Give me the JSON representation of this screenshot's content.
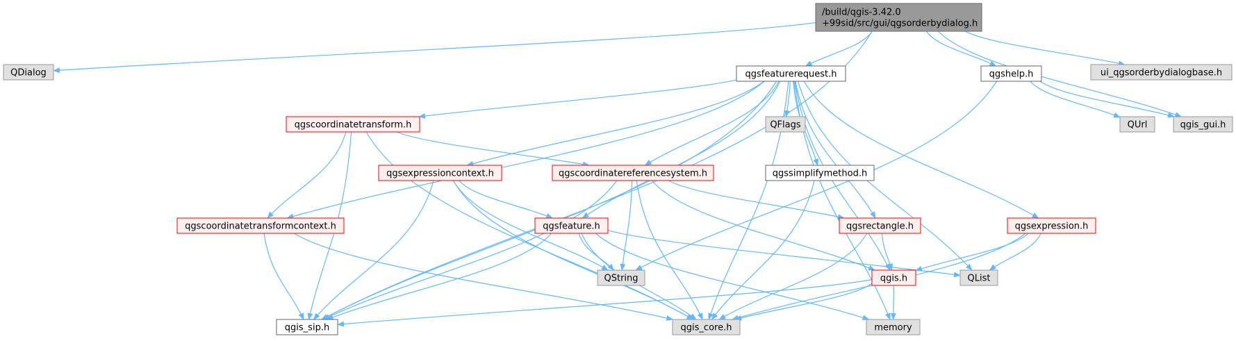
{
  "colors": {
    "edge": "#63b8ff",
    "root_fill": "#999999",
    "root_border": "#666666",
    "external_fill": "#e0e0e0",
    "external_border": "#999999",
    "local_border": "#666666",
    "incomplete_border": "#ff0000",
    "incomplete_fill": "#fff0f0"
  },
  "nodes": {
    "root": {
      "lines": [
        "/build/qgis-3.42.0",
        "+99sid/src/gui/qgsorderbydialog.h"
      ],
      "kind": "root"
    },
    "qdialog": {
      "lines": [
        "QDialog"
      ],
      "kind": "external"
    },
    "qgsfeaturerequest": {
      "lines": [
        "qgsfeaturerequest.h"
      ],
      "kind": "local"
    },
    "qgshelp": {
      "lines": [
        "qgshelp.h"
      ],
      "kind": "local"
    },
    "ui_base": {
      "lines": [
        "ui_qgsorderbydialogbase.h"
      ],
      "kind": "external"
    },
    "qgscoordinatetransform": {
      "lines": [
        "qgscoordinatetransform.h"
      ],
      "kind": "incomplete"
    },
    "qflags": {
      "lines": [
        "QFlags"
      ],
      "kind": "external"
    },
    "qurl": {
      "lines": [
        "QUrl"
      ],
      "kind": "external"
    },
    "qgis_gui": {
      "lines": [
        "qgis_gui.h"
      ],
      "kind": "external"
    },
    "qgsexpressioncontext": {
      "lines": [
        "qgsexpressioncontext.h"
      ],
      "kind": "incomplete"
    },
    "qgscrs": {
      "lines": [
        "qgscoordinatereferencesystem.h"
      ],
      "kind": "incomplete"
    },
    "qgssimplifymethod": {
      "lines": [
        "qgssimplifymethod.h"
      ],
      "kind": "local"
    },
    "qgsctcontext": {
      "lines": [
        "qgscoordinatetransformcontext.h"
      ],
      "kind": "incomplete"
    },
    "qgsfeature": {
      "lines": [
        "qgsfeature.h"
      ],
      "kind": "incomplete"
    },
    "qgsrectangle": {
      "lines": [
        "qgsrectangle.h"
      ],
      "kind": "incomplete"
    },
    "qgsexpression": {
      "lines": [
        "qgsexpression.h"
      ],
      "kind": "incomplete"
    },
    "qstring": {
      "lines": [
        "QString"
      ],
      "kind": "external"
    },
    "qgis": {
      "lines": [
        "qgis.h"
      ],
      "kind": "incomplete"
    },
    "qlist": {
      "lines": [
        "QList"
      ],
      "kind": "external"
    },
    "qgis_sip": {
      "lines": [
        "qgis_sip.h"
      ],
      "kind": "local"
    },
    "qgis_core": {
      "lines": [
        "qgis_core.h"
      ],
      "kind": "external"
    },
    "memory": {
      "lines": [
        "memory"
      ],
      "kind": "external"
    }
  },
  "edges": [
    [
      "root",
      "qdialog"
    ],
    [
      "root",
      "qgis_sip"
    ],
    [
      "root",
      "qgsfeaturerequest"
    ],
    [
      "root",
      "qgshelp"
    ],
    [
      "root",
      "ui_base"
    ],
    [
      "root",
      "qgis_gui"
    ],
    [
      "qgsfeaturerequest",
      "qgscoordinatetransform"
    ],
    [
      "qgsfeaturerequest",
      "qflags"
    ],
    [
      "qgsfeaturerequest",
      "qgsexpressioncontext"
    ],
    [
      "qgsfeaturerequest",
      "qgscrs"
    ],
    [
      "qgsfeaturerequest",
      "qgssimplifymethod"
    ],
    [
      "qgsfeaturerequest",
      "qgsctcontext"
    ],
    [
      "qgsfeaturerequest",
      "qgsfeature"
    ],
    [
      "qgsfeaturerequest",
      "qgsrectangle"
    ],
    [
      "qgsfeaturerequest",
      "qgsexpression"
    ],
    [
      "qgsfeaturerequest",
      "qgis"
    ],
    [
      "qgsfeaturerequest",
      "qlist"
    ],
    [
      "qgsfeaturerequest",
      "qgis_sip"
    ],
    [
      "qgsfeaturerequest",
      "qgis_core"
    ],
    [
      "qgsfeaturerequest",
      "memory"
    ],
    [
      "qgshelp",
      "qurl"
    ],
    [
      "qgshelp",
      "qgis_gui"
    ],
    [
      "qgshelp",
      "qstring"
    ],
    [
      "qgscoordinatetransform",
      "qgscrs"
    ],
    [
      "qgscoordinatetransform",
      "qgsctcontext"
    ],
    [
      "qgscoordinatetransform",
      "qgis_sip"
    ],
    [
      "qgscoordinatetransform",
      "qgis_core"
    ],
    [
      "qgsexpressioncontext",
      "qgsfeature"
    ],
    [
      "qgsexpressioncontext",
      "qstring"
    ],
    [
      "qgsexpressioncontext",
      "qgis_sip"
    ],
    [
      "qgsexpressioncontext",
      "qgis_core"
    ],
    [
      "qgscrs",
      "qgsrectangle"
    ],
    [
      "qgscrs",
      "qgis"
    ],
    [
      "qgscrs",
      "qstring"
    ],
    [
      "qgscrs",
      "qgis_sip"
    ],
    [
      "qgscrs",
      "qgis_core"
    ],
    [
      "qgssimplifymethod",
      "qgis_core"
    ],
    [
      "qgsctcontext",
      "qgis_sip"
    ],
    [
      "qgsctcontext",
      "qgis_core"
    ],
    [
      "qgsfeature",
      "qstring"
    ],
    [
      "qgsfeature",
      "qlist"
    ],
    [
      "qgsfeature",
      "memory"
    ],
    [
      "qgsfeature",
      "qgis_sip"
    ],
    [
      "qgsfeature",
      "qgis_core"
    ],
    [
      "qgsrectangle",
      "qgis"
    ],
    [
      "qgsrectangle",
      "qgis_core"
    ],
    [
      "qgsexpression",
      "qgis"
    ],
    [
      "qgsexpression",
      "qlist"
    ],
    [
      "qgsexpression",
      "qgis_core"
    ],
    [
      "qgis",
      "qgis_sip"
    ],
    [
      "qgis",
      "qgis_core"
    ],
    [
      "qgis",
      "memory"
    ]
  ]
}
